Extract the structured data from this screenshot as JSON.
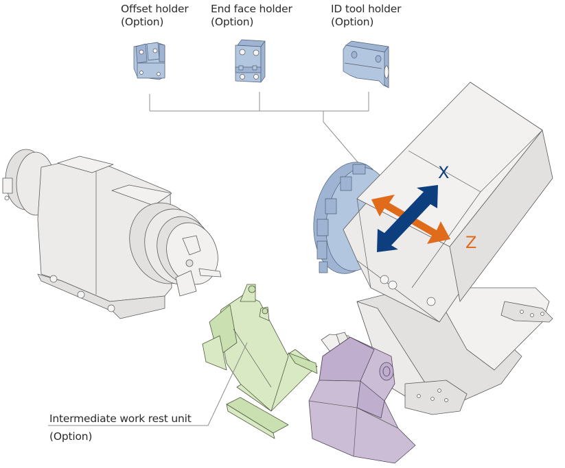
{
  "figure": {
    "description": "Turret lathe layout with optional tool holders and work rest",
    "colors": {
      "background": "#ffffff",
      "machine_body": "#ecebea",
      "machine_outline": "#555555",
      "tool_holder": "#b3c6e0",
      "turret": "#a9bcd8",
      "work_rest": "#d9e9c3",
      "tailstock": "#cbbdd6",
      "x_axis": "#0d3f7f",
      "z_axis": "#e06b1a",
      "leader_line": "#8c8c8c",
      "text": "#2a2a2a"
    }
  },
  "callouts": {
    "offset_holder": {
      "name": "Offset holder",
      "note": "(Option)"
    },
    "end_face_holder": {
      "name": "End face holder",
      "note": "(Option)"
    },
    "id_tool_holder": {
      "name": "ID tool holder",
      "note": "(Option)"
    },
    "work_rest": {
      "name": "Intermediate work rest unit",
      "note": "(Option)"
    }
  },
  "axes": {
    "x": {
      "label": "X"
    },
    "z": {
      "label": "Z"
    }
  }
}
